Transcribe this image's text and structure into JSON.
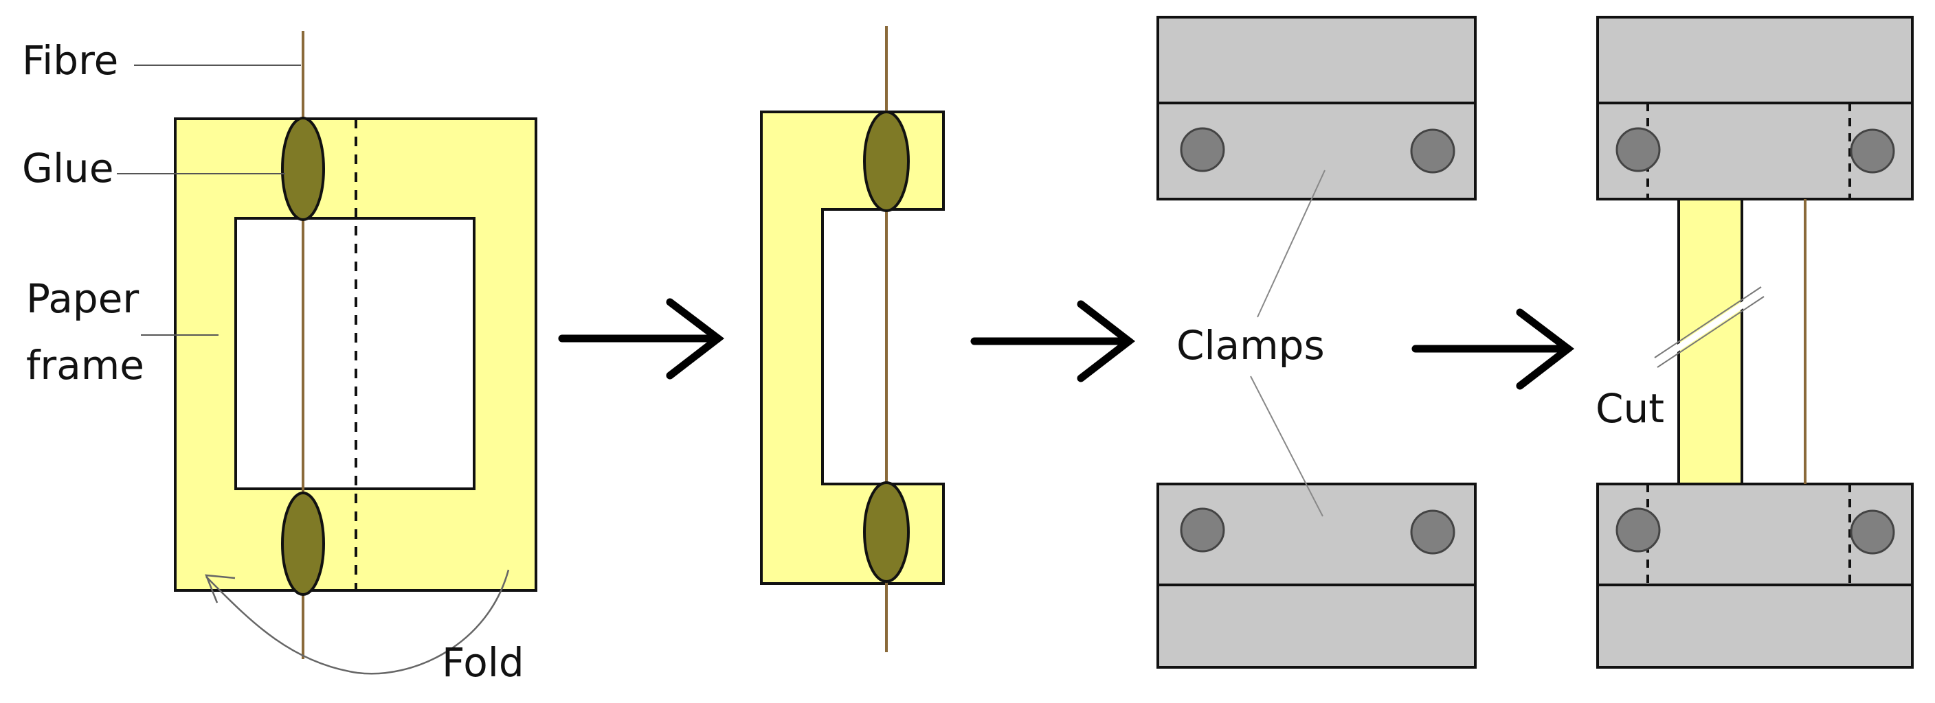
{
  "labels": {
    "fibre": "Fibre",
    "glue": "Glue",
    "paper_frame_line1": "Paper",
    "paper_frame_line2": "frame",
    "fold": "Fold",
    "clamps": "Clamps",
    "cut": "Cut"
  },
  "colors": {
    "paper": "#ffff99",
    "glue": "#7f7a26",
    "fibre": "#8a6a3a",
    "clamp": "#c8c8c8",
    "bolt": "#808080",
    "outline": "#111111",
    "arrow": "#000000"
  }
}
